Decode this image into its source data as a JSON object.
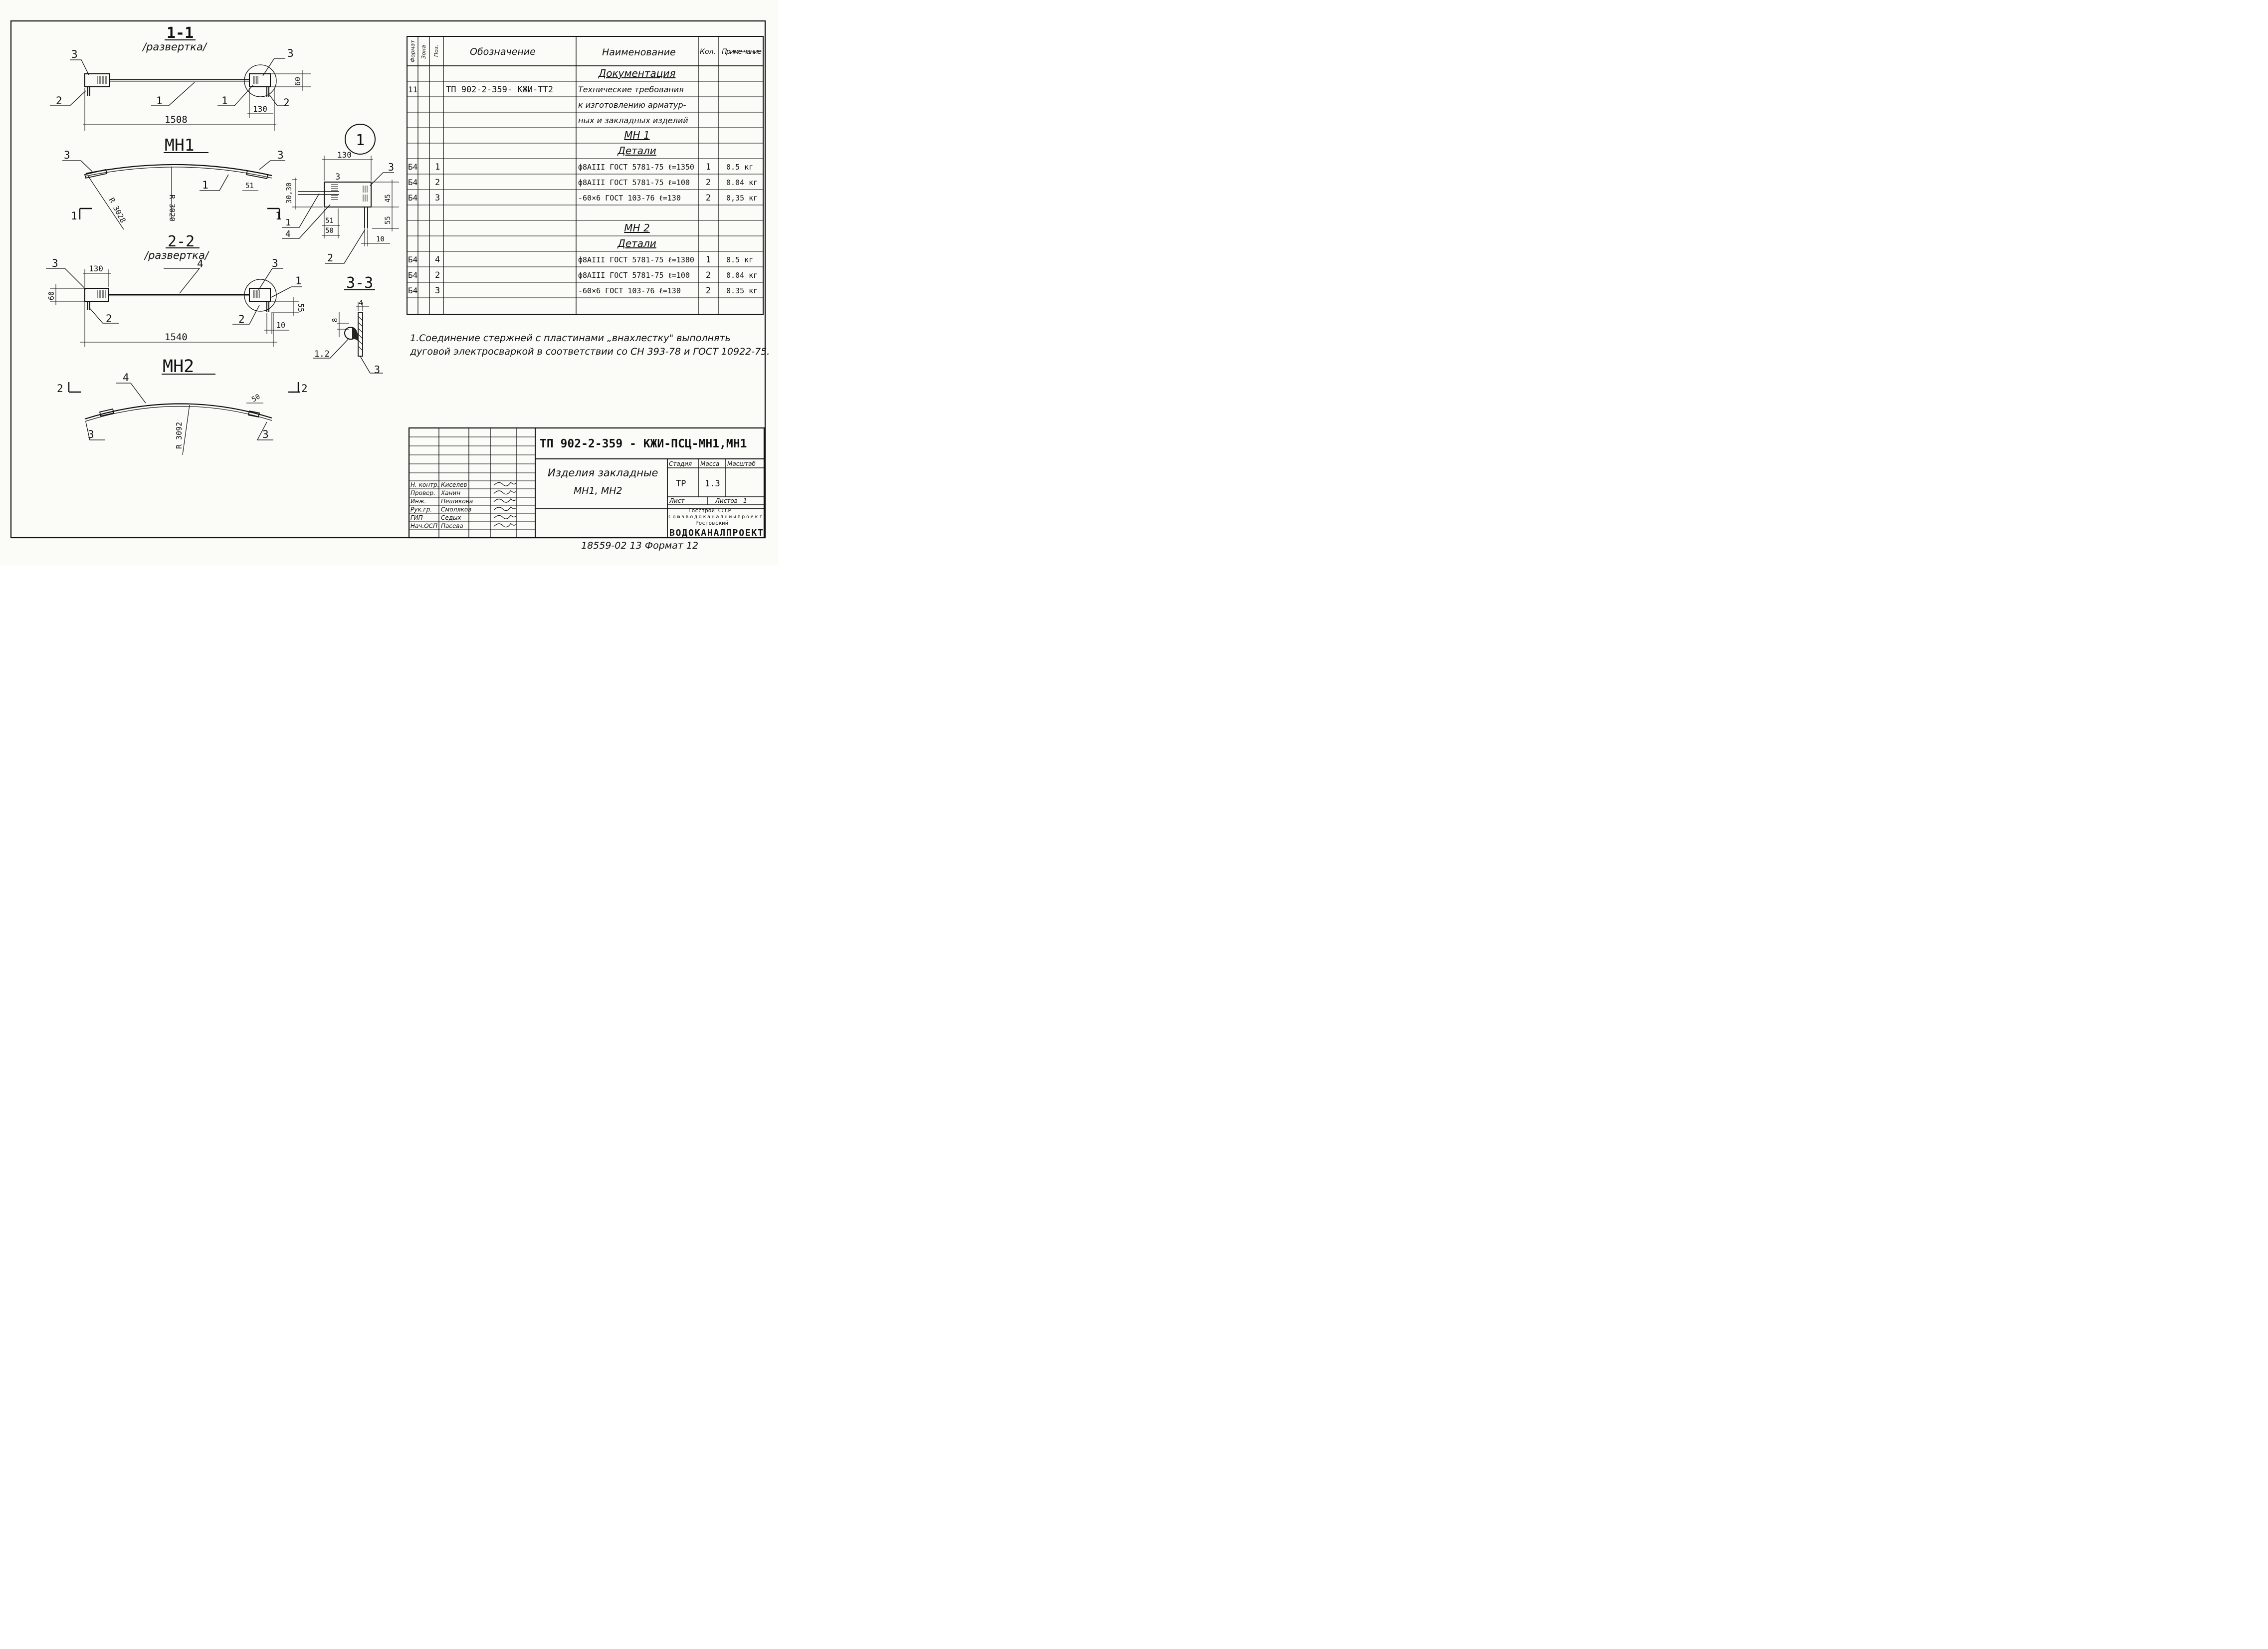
{
  "spec_table": {
    "headers": {
      "format": "Формат",
      "zone": "Зона",
      "pos": "Поз.",
      "designation": "Обозначение",
      "name": "Наименование",
      "qty": "Кол.",
      "note": "Приме-чание"
    },
    "rows": [
      {
        "format": "",
        "pos": "",
        "designation": "",
        "name": "Документация",
        "qty": "",
        "note": "",
        "heading": true
      },
      {
        "format": "11",
        "pos": "",
        "designation": "ТП 902-2-359-   КЖИ-ТТ2",
        "name": "Технические требования",
        "qty": "",
        "note": ""
      },
      {
        "format": "",
        "pos": "",
        "designation": "",
        "name": "к изготовлению арматур-",
        "qty": "",
        "note": ""
      },
      {
        "format": "",
        "pos": "",
        "designation": "",
        "name": "ных и закладных изделий",
        "qty": "",
        "note": ""
      },
      {
        "format": "",
        "pos": "",
        "designation": "",
        "name": "МН 1",
        "qty": "",
        "note": "",
        "heading": true
      },
      {
        "format": "",
        "pos": "",
        "designation": "",
        "name": "Детали",
        "qty": "",
        "note": "",
        "heading": true
      },
      {
        "format": "Б4",
        "pos": "1",
        "designation": "",
        "name": "ф8АIII ГОСТ 5781-75  ℓ=1350",
        "qty": "1",
        "note": "0.5 кг"
      },
      {
        "format": "Б4",
        "pos": "2",
        "designation": "",
        "name": "ф8АIII ГОСТ 5781-75  ℓ=100",
        "qty": "2",
        "note": "0.04 кг"
      },
      {
        "format": "Б4",
        "pos": "3",
        "designation": "",
        "name": "-60×6 ГОСТ 103-76   ℓ=130",
        "qty": "2",
        "note": "0,35 кг"
      },
      {
        "format": "",
        "pos": "",
        "designation": "",
        "name": "",
        "qty": "",
        "note": ""
      },
      {
        "format": "",
        "pos": "",
        "designation": "",
        "name": "МН 2",
        "qty": "",
        "note": "",
        "heading": true
      },
      {
        "format": "",
        "pos": "",
        "designation": "",
        "name": "Детали",
        "qty": "",
        "note": "",
        "heading": true
      },
      {
        "format": "Б4",
        "pos": "4",
        "designation": "",
        "name": "ф8АIII  ГОСТ 5781-75  ℓ=1380",
        "qty": "1",
        "note": "0.5 кг"
      },
      {
        "format": "Б4",
        "pos": "2",
        "designation": "",
        "name": "ф8АIII  ГОСТ 5781-75  ℓ=100",
        "qty": "2",
        "note": "0.04 кг"
      },
      {
        "format": "Б4",
        "pos": "3",
        "designation": "",
        "name": "-60×6  ГОСТ 103-76   ℓ=130",
        "qty": "2",
        "note": "0.35 кг"
      },
      {
        "format": "",
        "pos": "",
        "designation": "",
        "name": "",
        "qty": "",
        "note": ""
      }
    ]
  },
  "notes": {
    "line1": "1.Соединение  стержней с пластинами „внахлестку\" выполнять",
    "line2": "дуговой  электросваркой  в соответствии со СН 393-78 и ГОСТ 10922-75."
  },
  "title_block": {
    "doc_code": "ТП 902-2-359 -    КЖИ-ПСЦ-МН1,МН1",
    "product_name_1": "Изделия  закладные",
    "product_name_2": "МН1, МН2",
    "stage_label": "Стадия",
    "mass_label": "Масса",
    "scale_label": "Масштаб",
    "stage_value": "ТР",
    "mass_value": "1.3",
    "sheet_label": "Лист",
    "sheets_label": "Листов",
    "sheets_value": "1",
    "org_1": "Госстрой СССР",
    "org_2": "Союзводоканалниипроект",
    "org_3": "Ростовский",
    "org_4": "ВОДОКАНАЛПРОЕКТ",
    "signatures": [
      {
        "role": "Н. контр.",
        "name": "Киселев"
      },
      {
        "role": "Провер.",
        "name": "Ханин"
      },
      {
        "role": "Инж.",
        "name": "Пешикова"
      },
      {
        "role": "Рук.гр.",
        "name": "Смоляков"
      },
      {
        "role": "ГИП",
        "name": "Седых"
      },
      {
        "role": "Нач.ОСП",
        "name": "Пасева"
      }
    ]
  },
  "drawing": {
    "sec11_title": "1-1",
    "sec11_sub": "/развертка/",
    "sec11_dims": {
      "length": "1508",
      "plate_w": "130",
      "plate_h": "60"
    },
    "mn1_title": "МН1",
    "mn1_dims": {
      "radius_outer": "R 3028",
      "radius_inner": "R 3020",
      "lap": "51"
    },
    "sec22_title": "2-2",
    "sec22_sub": "/развертка/",
    "sec22_dims": {
      "length": "1540",
      "plate_w": "130",
      "plate_h": "60",
      "bar_len": "55",
      "offset": "10"
    },
    "mn2_title": "МН2",
    "mn2_dims": {
      "radius": "R 3092",
      "lap": "50"
    },
    "detail_no": "1",
    "detail_dims": {
      "w": "130",
      "d3030": "30,30",
      "h45": "45",
      "h55": "55",
      "d51": "51",
      "d50": "50",
      "d10": "10",
      "leader_1": "1",
      "leader_4": "4",
      "leader_2": "2",
      "leader_3": "3"
    },
    "sec33_title": "3-3",
    "sec33_dims": {
      "t": "4",
      "weld": "8",
      "label": "1.2",
      "pos3": "3"
    },
    "pos": {
      "p1": "1",
      "p2": "2",
      "p3": "3",
      "p4": "4"
    },
    "cut_marks": {
      "c1": "1",
      "c2": "2"
    }
  },
  "footer_stamp": "18559-02  13  Формат 12"
}
